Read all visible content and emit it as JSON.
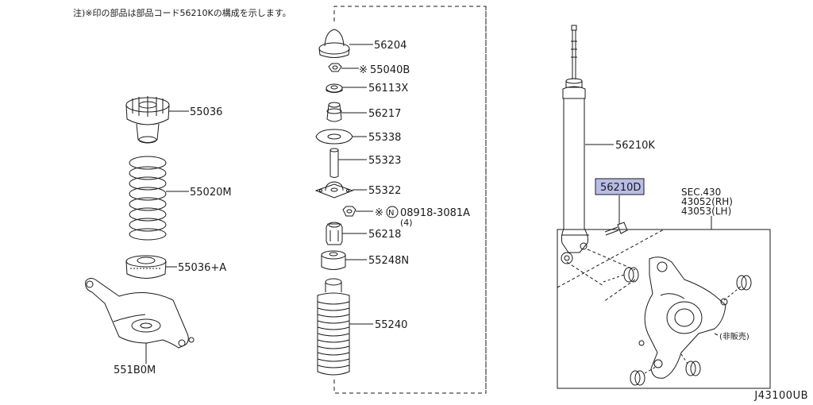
{
  "note": "注)※印の部品は部品コード56210Kの構成を示します。",
  "catalog_number": "J43100UB",
  "highlight_color": "#b9bde6",
  "parts": {
    "insulator_upper": "55036",
    "coil_spring": "55020M",
    "insulator_lower": "55036+A",
    "lower_link": "551B0M",
    "mount_cap": "56204",
    "nut_55040b": "55040B",
    "washer": "56113X",
    "bushing_upper": "56217",
    "gasket": "55338",
    "spacer": "55323",
    "bracket": "55322",
    "nut_08918": "08918-3081A",
    "nut_08918_qty": "(4)",
    "bushing_lower": "56218",
    "bound_bumper": "55248N",
    "dust_boot": "55240",
    "shock_absorber": "56210K",
    "shock_absorber_d": "56210D"
  },
  "marks": {
    "star": "※",
    "circled_n": "N"
  },
  "section": {
    "ref": "SEC.430",
    "rh": "43052(RH)",
    "lh": "43053(LH)",
    "not_sold": "(非販売)"
  }
}
